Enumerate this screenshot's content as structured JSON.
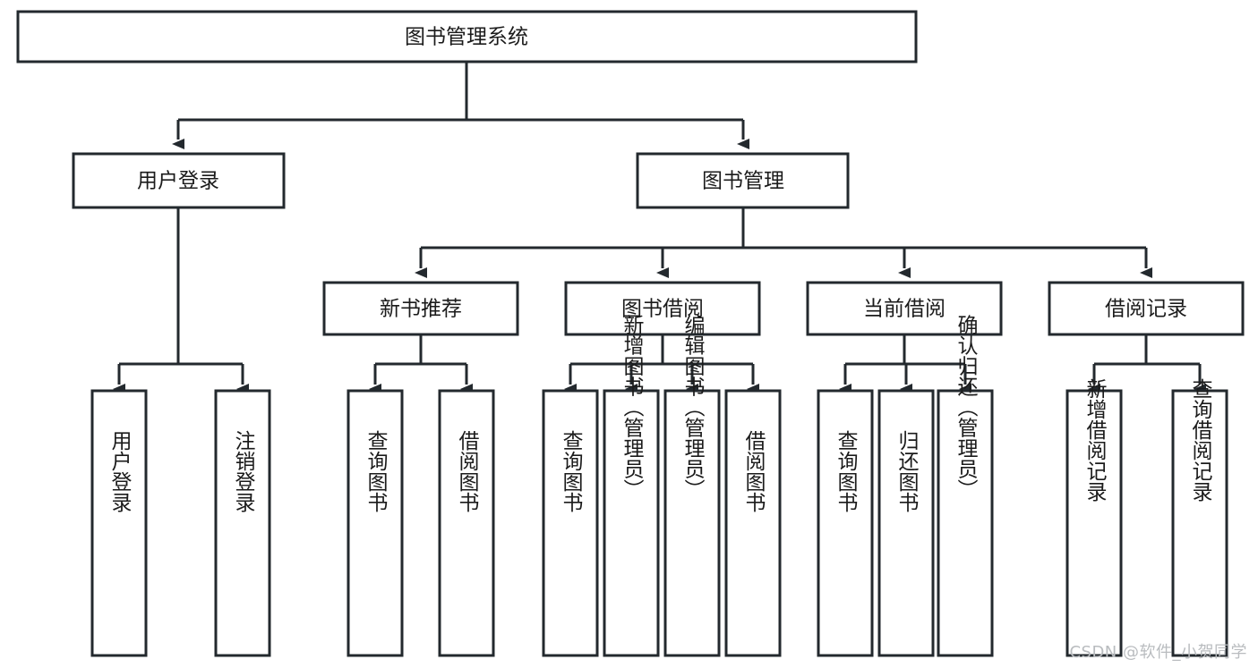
{
  "diagram": {
    "type": "hierarchy-tree",
    "title": "图书管理系统",
    "watermark": "CSDN @软件_小贺同学",
    "levels": [
      {
        "level": 1,
        "nodes": [
          {
            "id": "root",
            "label": "图书管理系统",
            "orientation": "horizontal"
          }
        ]
      },
      {
        "level": 2,
        "nodes": [
          {
            "id": "user-login",
            "label": "用户登录",
            "orientation": "horizontal",
            "parent": "root"
          },
          {
            "id": "book-manage",
            "label": "图书管理",
            "orientation": "horizontal",
            "parent": "root"
          }
        ]
      },
      {
        "level": 3,
        "nodes": [
          {
            "id": "new-book-rec",
            "label": "新书推荐",
            "orientation": "horizontal",
            "parent": "book-manage"
          },
          {
            "id": "book-borrow",
            "label": "图书借阅",
            "orientation": "horizontal",
            "parent": "book-manage"
          },
          {
            "id": "current-borrow",
            "label": "当前借阅",
            "orientation": "horizontal",
            "parent": "book-manage"
          },
          {
            "id": "borrow-record",
            "label": "借阅记录",
            "orientation": "horizontal",
            "parent": "book-manage"
          }
        ]
      },
      {
        "level": 4,
        "nodes": [
          {
            "id": "leaf-user-login",
            "label": "用户登录",
            "orientation": "vertical",
            "parent": "user-login"
          },
          {
            "id": "leaf-logout",
            "label": "注销登录",
            "orientation": "vertical",
            "parent": "user-login"
          },
          {
            "id": "leaf-query-book-1",
            "label": "查询图书",
            "orientation": "vertical",
            "parent": "new-book-rec"
          },
          {
            "id": "leaf-borrow-book-1",
            "label": "借阅图书",
            "orientation": "vertical",
            "parent": "new-book-rec"
          },
          {
            "id": "leaf-query-book-2",
            "label": "查询图书",
            "orientation": "vertical",
            "parent": "book-borrow"
          },
          {
            "id": "leaf-add-book",
            "label": "新增图书（管理员）",
            "orientation": "vertical",
            "parent": "book-borrow"
          },
          {
            "id": "leaf-edit-book",
            "label": "编辑图书（管理员）",
            "orientation": "vertical",
            "parent": "book-borrow"
          },
          {
            "id": "leaf-borrow-book-2",
            "label": "借阅图书",
            "orientation": "vertical",
            "parent": "book-borrow"
          },
          {
            "id": "leaf-query-book-3",
            "label": "查询图书",
            "orientation": "vertical",
            "parent": "current-borrow"
          },
          {
            "id": "leaf-return-book",
            "label": "归还图书",
            "orientation": "vertical",
            "parent": "current-borrow"
          },
          {
            "id": "leaf-confirm-return",
            "label": "确认归还（管理员）",
            "orientation": "vertical",
            "parent": "current-borrow"
          },
          {
            "id": "leaf-add-record",
            "label": "新增借阅记录",
            "orientation": "vertical",
            "parent": "borrow-record"
          },
          {
            "id": "leaf-query-record",
            "label": "查询借阅记录",
            "orientation": "vertical",
            "parent": "borrow-record"
          }
        ]
      }
    ],
    "colors": {
      "box_stroke": "#23292e",
      "box_fill": "#ffffff",
      "text": "#1b1b1b",
      "watermark": "#b9bcbf",
      "background": "#ffffff"
    }
  }
}
